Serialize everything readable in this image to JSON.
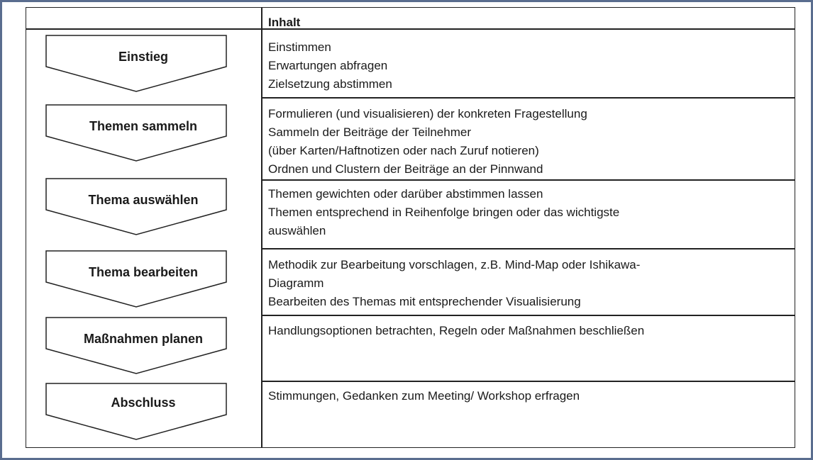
{
  "header": {
    "content_label": "Inhalt"
  },
  "steps": [
    {
      "label": "Einstieg",
      "content": [
        "Einstimmen",
        "Erwartungen abfragen",
        "Zielsetzung abstimmen"
      ]
    },
    {
      "label": "Themen sammeln",
      "content": [
        "Formulieren (und visualisieren) der konkreten Fragestellung",
        "Sammeln der Beiträge der Teilnehmer",
        "(über Karten/Haftnotizen oder nach Zuruf notieren)",
        "Ordnen und Clustern der Beiträge an der Pinnwand"
      ]
    },
    {
      "label": "Thema auswählen",
      "content": [
        "Themen gewichten oder darüber abstimmen lassen",
        "Themen entsprechend in Reihenfolge bringen oder das wichtigste",
        "auswählen"
      ]
    },
    {
      "label": "Thema bearbeiten",
      "content": [
        "Methodik zur Bearbeitung vorschlagen, z.B. Mind-Map oder Ishikawa-",
        "Diagramm",
        "Bearbeiten des Themas mit entsprechender Visualisierung"
      ]
    },
    {
      "label": "Maßnahmen planen",
      "content": [
        "Handlungsoptionen betrachten, Regeln oder Maßnahmen beschließen"
      ]
    },
    {
      "label": "Abschluss",
      "content": [
        "Stimmungen, Gedanken zum Meeting/ Workshop erfragen"
      ]
    }
  ]
}
